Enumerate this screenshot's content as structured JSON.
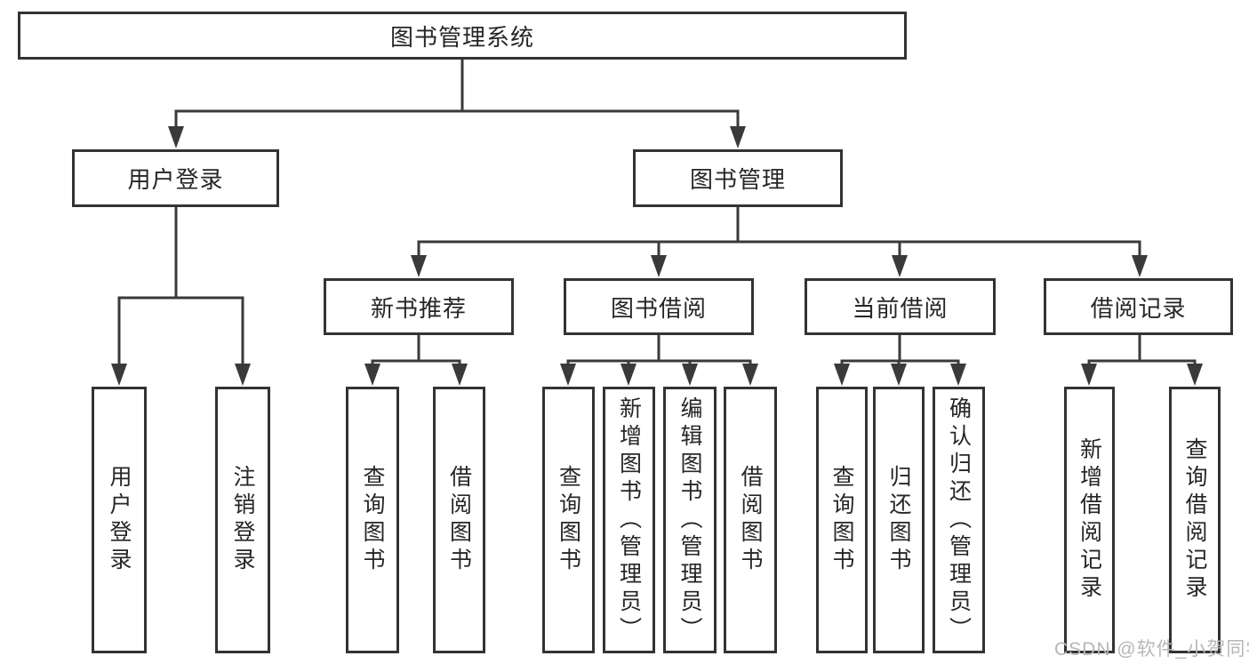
{
  "tree": {
    "root": {
      "label": "图书管理系统"
    },
    "user_login": {
      "label": "用户登录",
      "children": [
        {
          "label": "用户登录"
        },
        {
          "label": "注销登录"
        }
      ]
    },
    "book_management": {
      "label": "图书管理",
      "children": [
        {
          "label": "新书推荐",
          "children": [
            {
              "label": "查询图书"
            },
            {
              "label": "借阅图书"
            }
          ]
        },
        {
          "label": "图书借阅",
          "children": [
            {
              "label": "查询图书"
            },
            {
              "label": "新增图书（管理员）"
            },
            {
              "label": "编辑图书（管理员）"
            },
            {
              "label": "借阅图书"
            }
          ]
        },
        {
          "label": "当前借阅",
          "children": [
            {
              "label": "查询图书"
            },
            {
              "label": "归还图书"
            },
            {
              "label": "确认归还（管理员）"
            }
          ]
        },
        {
          "label": "借阅记录",
          "children": [
            {
              "label": "新增借阅记录"
            },
            {
              "label": "查询借阅记录"
            }
          ]
        }
      ]
    }
  },
  "watermark": {
    "text": "CSDN @软件_小贺同学"
  },
  "colors": {
    "line": "#3a3a3a",
    "box_border": "#333333",
    "text": "#262626",
    "watermark": "#b7b7b7",
    "background": "#ffffff"
  }
}
